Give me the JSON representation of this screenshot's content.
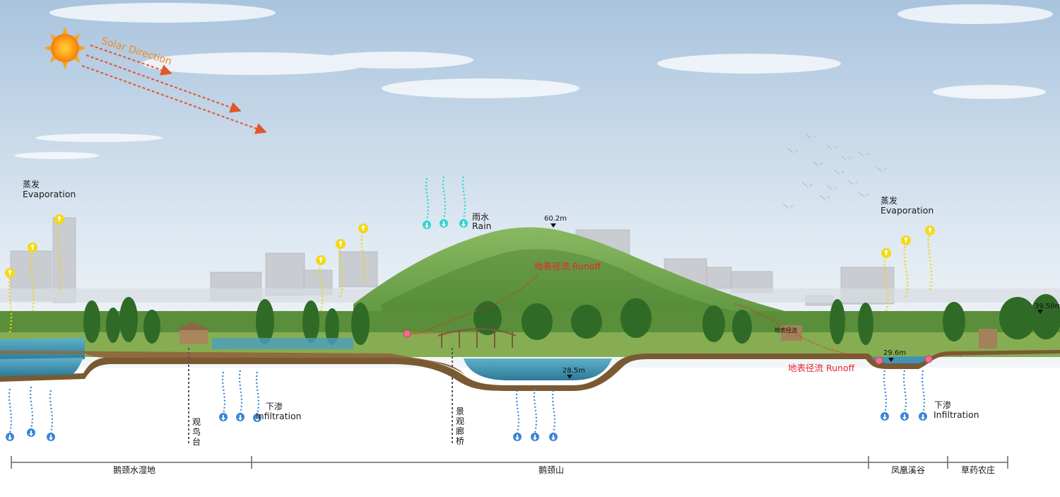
{
  "labels": {
    "solar_direction": "Solar Direction",
    "evaporation_left_cn": "蒸发",
    "evaporation_left_en": "Evaporation",
    "evaporation_right_cn": "蒸发",
    "evaporation_right_en": "Evaporation",
    "rain_cn": "雨水",
    "rain_en": "Rain",
    "runoff_top": "地表径流   Runoff",
    "runoff_right": "地表径流   Runoff",
    "infiltration_left_cn": "下渗",
    "infiltration_left_en": "Infiltration",
    "infiltration_right_cn": "下渗",
    "infiltration_right_en": "Infiltration",
    "bird_platform": "观鸟台",
    "landscape_bridge": "景观廊桥",
    "small_label": "地表径流"
  },
  "elevations": {
    "summit": "60.2m",
    "pond": "28.5m",
    "stream": "29.6m",
    "right_edge": "39.50m"
  },
  "zones": [
    "鹅颈水湿地",
    "鹅颈山",
    "凤凰溪谷",
    "草药农庄"
  ],
  "colors": {
    "sky_top": "#a7c3df",
    "sky_bottom": "#eef3f7",
    "hill": "#6fa043",
    "water": "#3f93b3",
    "soil": "#7a5a32",
    "rain": "#2fd6d0",
    "evaporation": "#f2d21a",
    "infiltration": "#3a86d6",
    "solar_arrow": "#e2552a",
    "runoff": "#e8232e"
  }
}
